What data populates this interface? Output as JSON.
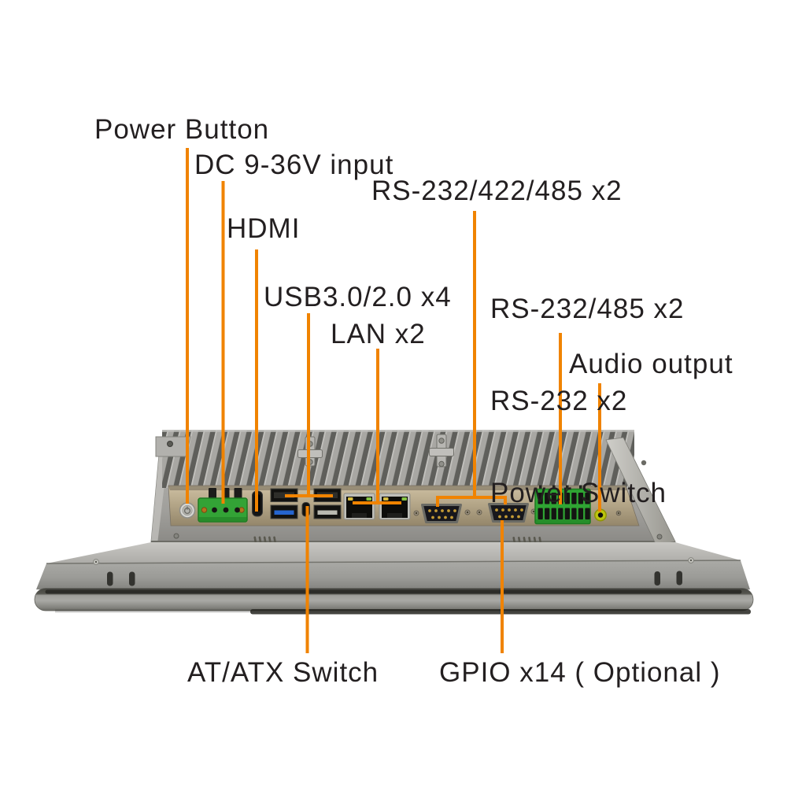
{
  "colors": {
    "accent": "#F08300",
    "text": "#231F20",
    "background": "#FFFFFF"
  },
  "labels": {
    "power_button": "Power Button",
    "dc_input": "DC 9-36V input",
    "serial_combo": "RS-232/422/485 x2",
    "hdmi": "HDMI",
    "serial_block_line1": "RS-232/485 x2",
    "serial_block_line2": "RS-232 x2",
    "serial_block_line3": "Power Switch",
    "usb": "USB3.0/2.0 x4",
    "lan": "LAN x2",
    "audio": "Audio output",
    "at_atx": "AT/ATX Switch",
    "gpio": "GPIO x14 ( Optional )"
  }
}
